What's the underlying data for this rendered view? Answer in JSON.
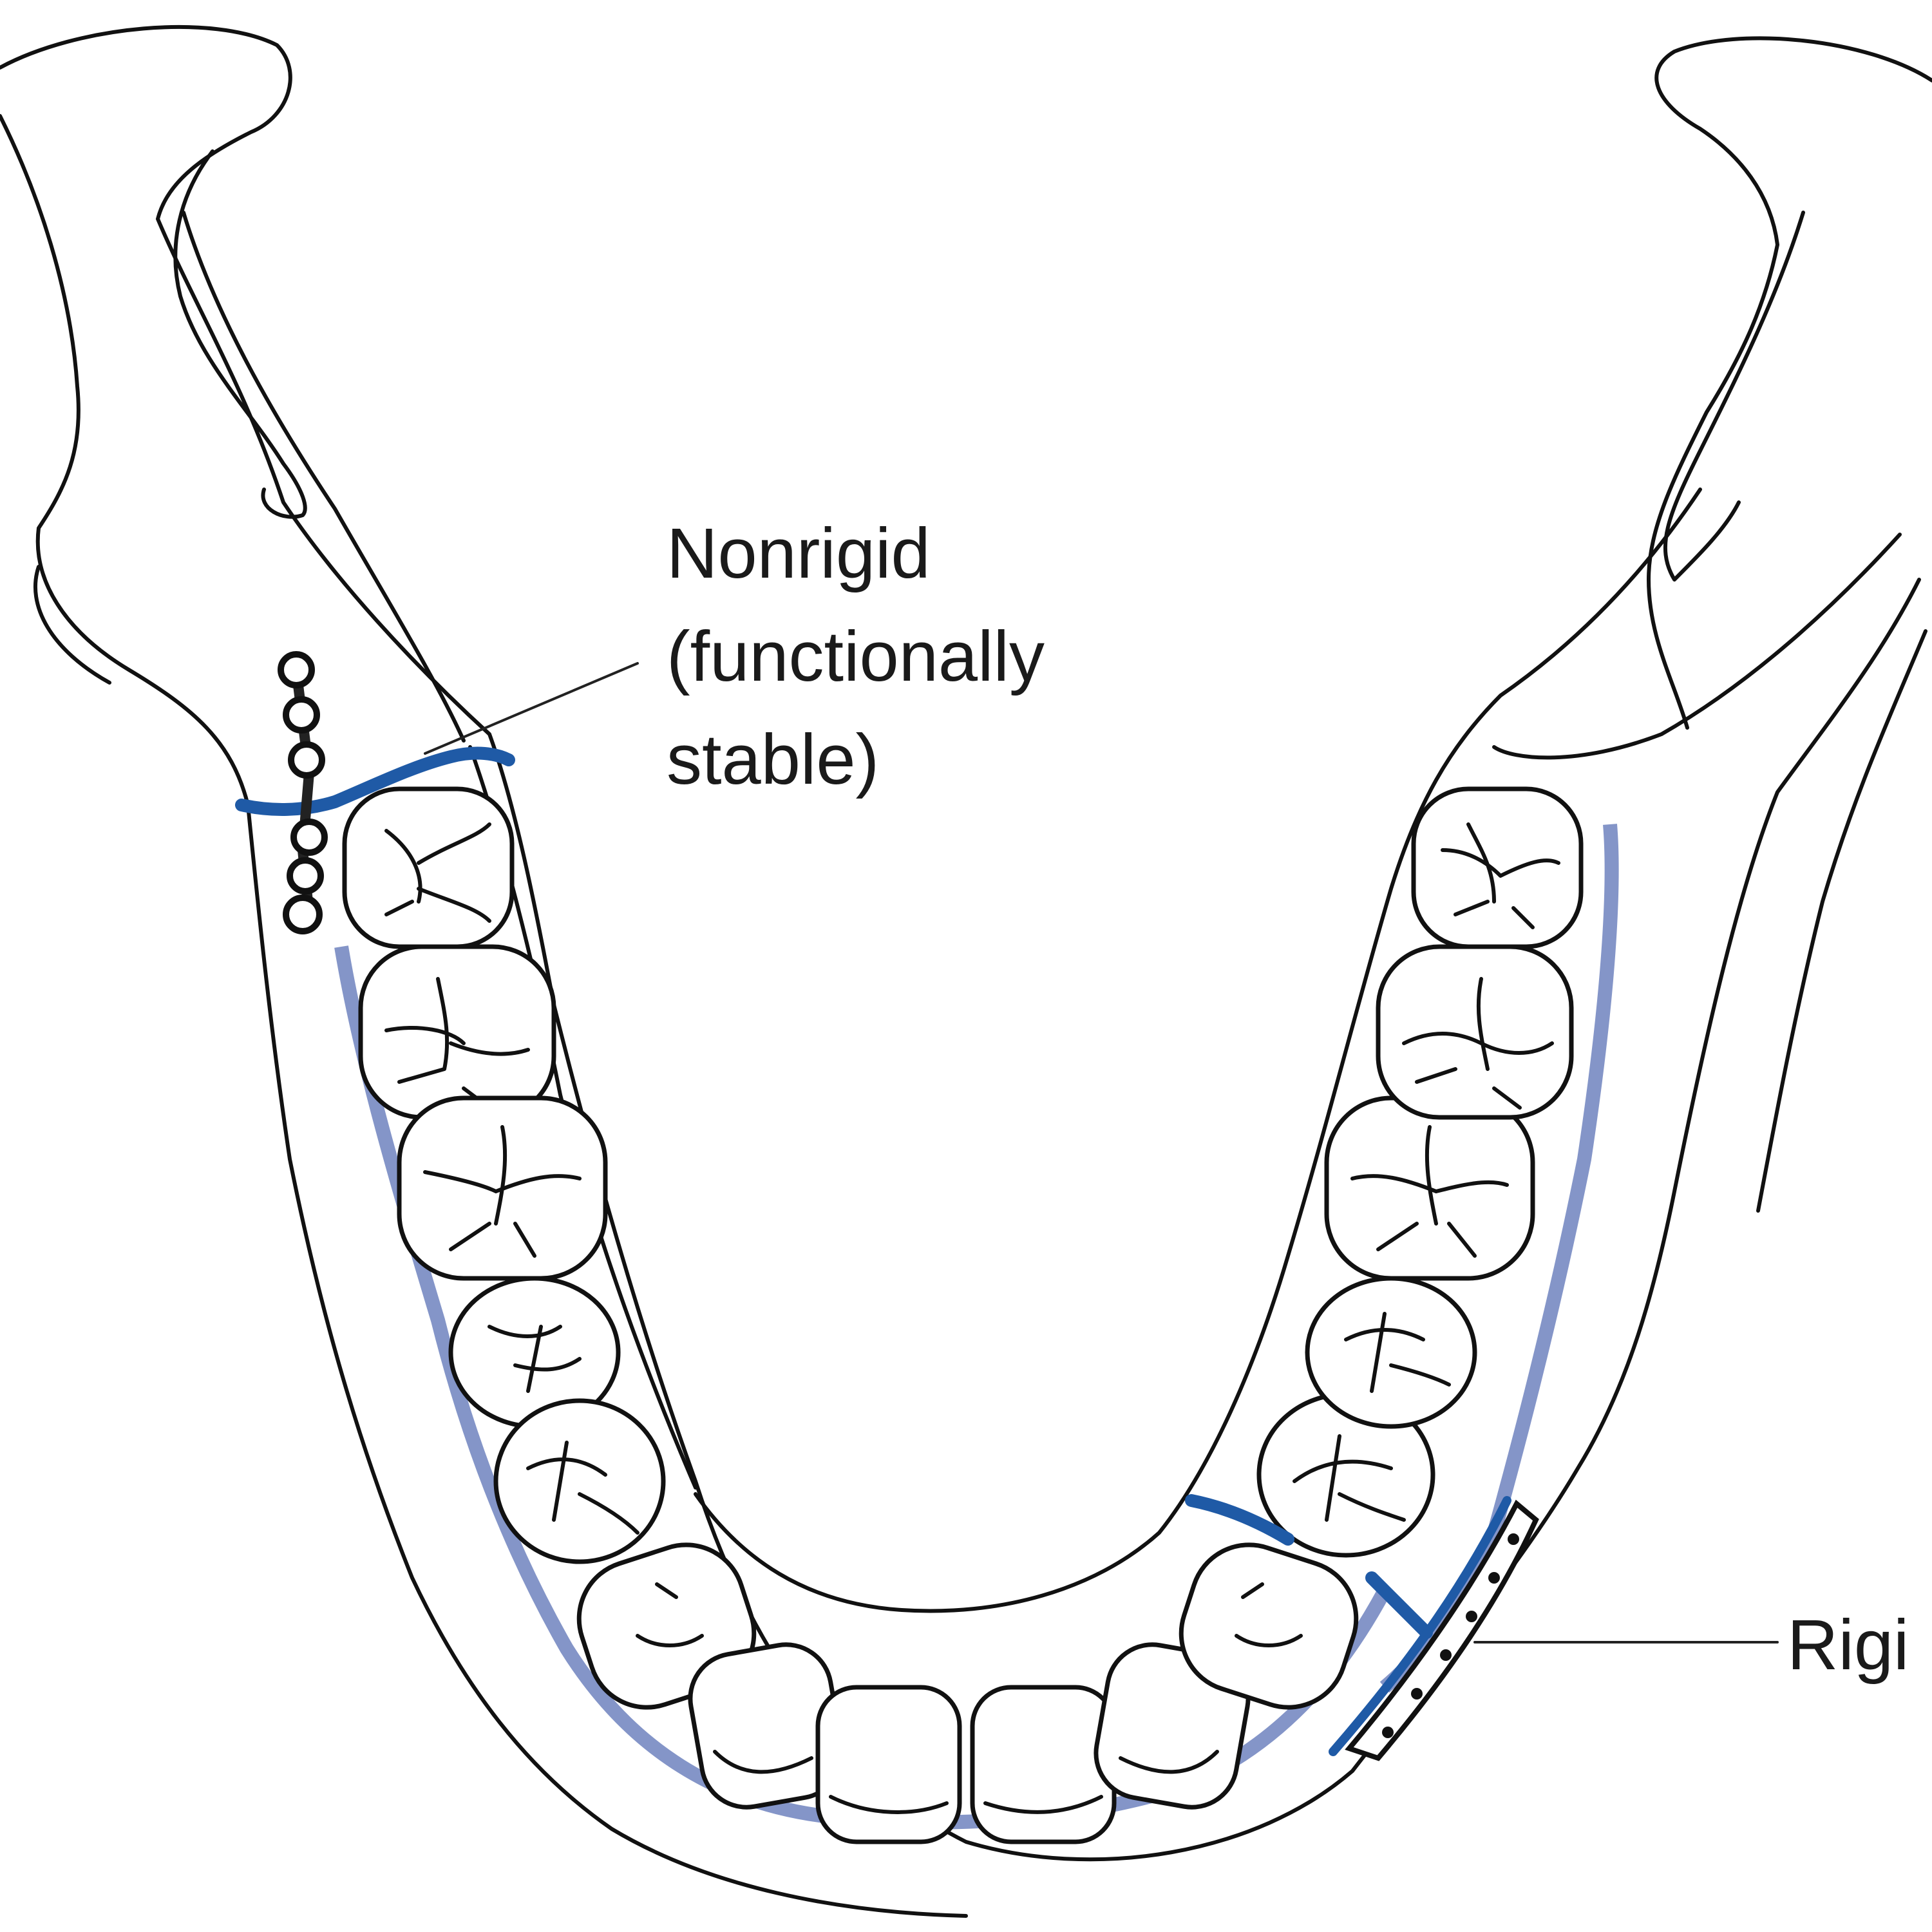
{
  "labels": {
    "nonrigid_line1": "Nonrigid",
    "nonrigid_line2": "(functionally",
    "nonrigid_line3": "stable)",
    "rigid": "Rigi"
  },
  "colors": {
    "outline": "#111111",
    "fracture_line": "#1f5aa6",
    "gingiva_shadow": "#5b72b5",
    "background": "#ffffff"
  },
  "fixation": {
    "nonrigid_icon": "miniplate-icon",
    "rigid_icon": "reconstruction-plate-icon"
  }
}
